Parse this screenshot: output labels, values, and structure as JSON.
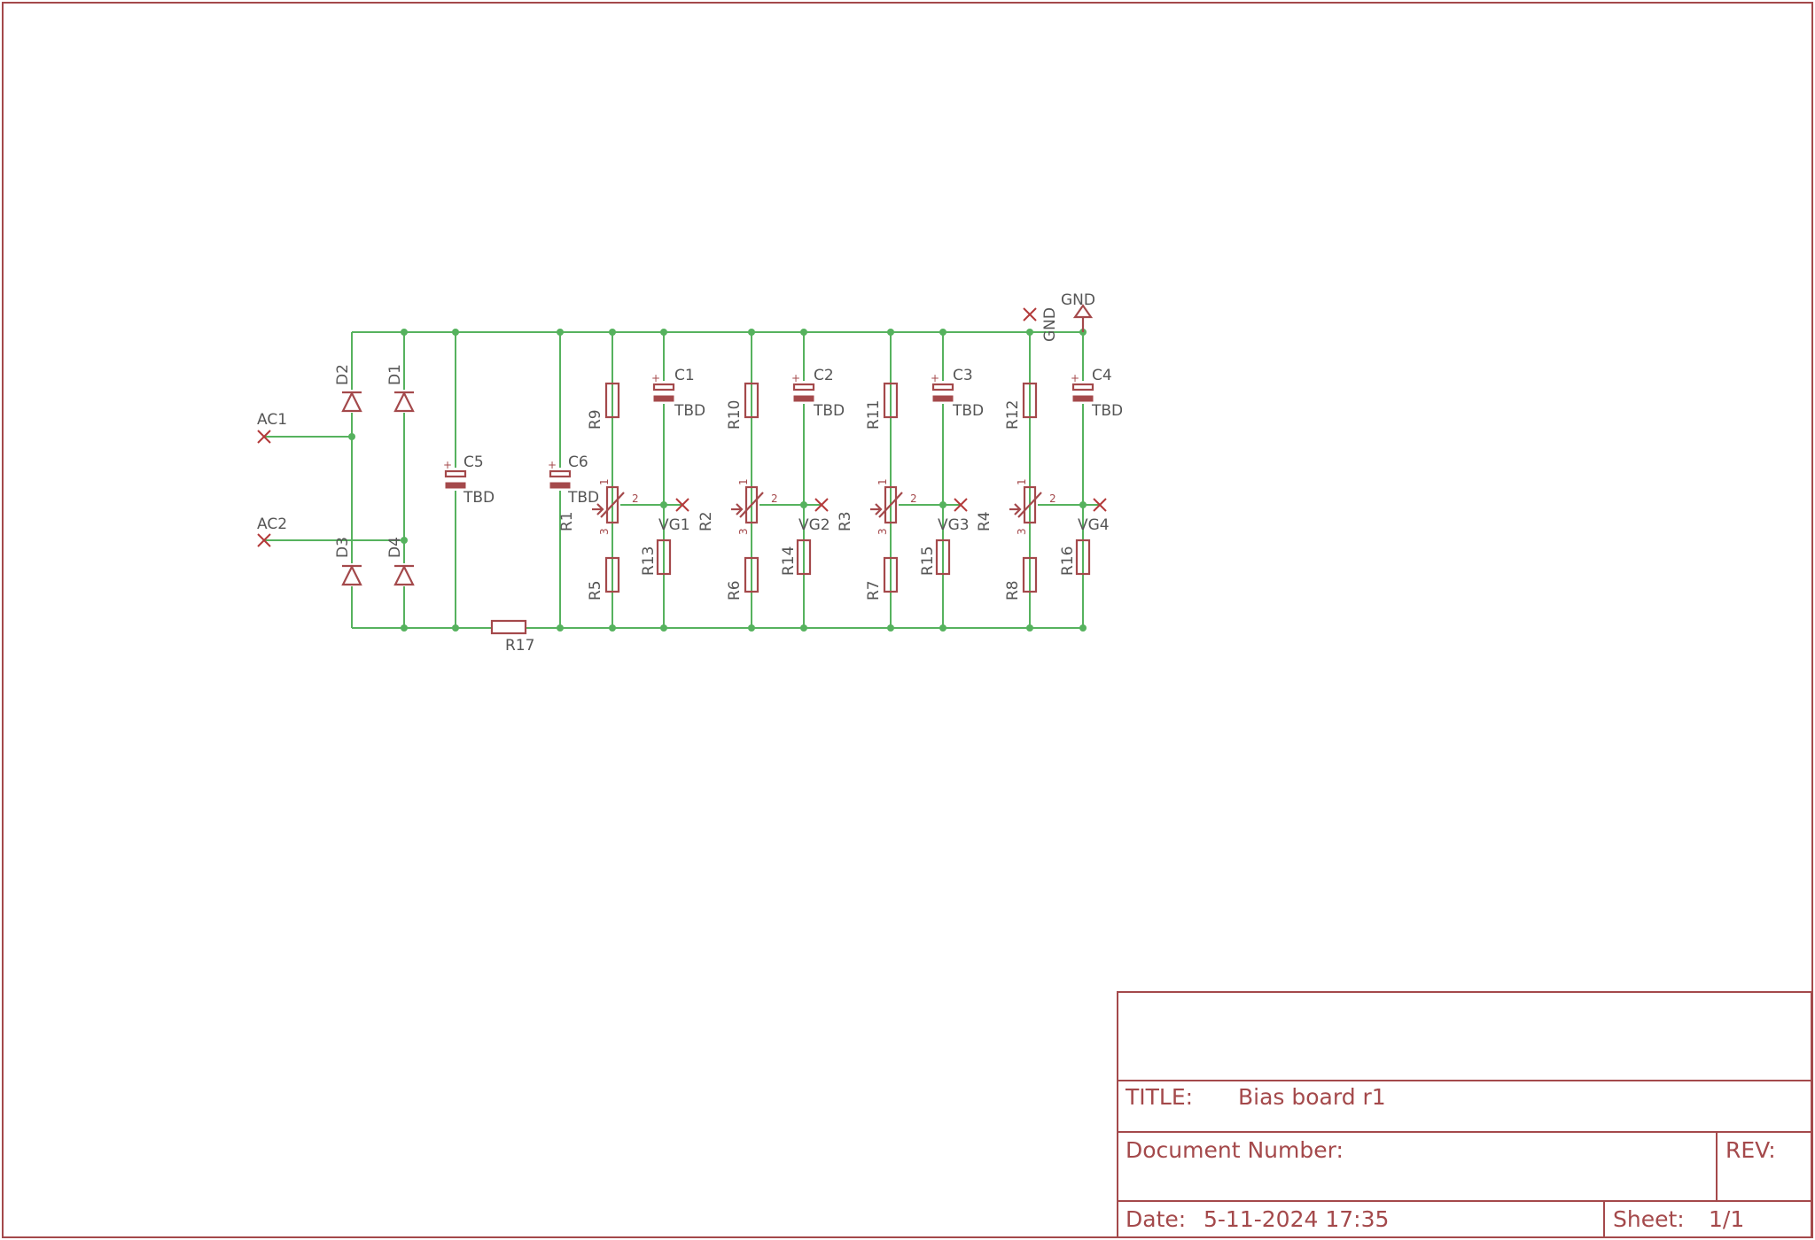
{
  "nets": {
    "inputs": [
      "AC1",
      "AC2"
    ],
    "ground": "GND",
    "outputs": [
      "VG1",
      "VG2",
      "VG3",
      "VG4"
    ]
  },
  "diodes": [
    "D1",
    "D2",
    "D3",
    "D4"
  ],
  "filter": {
    "capacitors": [
      {
        "ref": "C5",
        "value": "TBD"
      },
      {
        "ref": "C6",
        "value": "TBD"
      }
    ],
    "resistor": "R17"
  },
  "channels": [
    {
      "top_resistor": "R9",
      "trimmer": "R1",
      "bottom_resistor": "R5",
      "output_resistor": "R13",
      "cap": "C1",
      "cap_value": "TBD",
      "output": "VG1"
    },
    {
      "top_resistor": "R10",
      "trimmer": "R2",
      "bottom_resistor": "R6",
      "output_resistor": "R14",
      "cap": "C2",
      "cap_value": "TBD",
      "output": "VG2"
    },
    {
      "top_resistor": "R11",
      "trimmer": "R3",
      "bottom_resistor": "R7",
      "output_resistor": "R15",
      "cap": "C3",
      "cap_value": "TBD",
      "output": "VG3"
    },
    {
      "top_resistor": "R12",
      "trimmer": "R4",
      "bottom_resistor": "R8",
      "output_resistor": "R16",
      "cap": "C4",
      "cap_value": "TBD",
      "output": "VG4"
    }
  ],
  "trimmer_pins": [
    "1",
    "2",
    "3"
  ],
  "title_block": {
    "title_label": "TITLE:",
    "title": "Bias board r1",
    "docnum_label": "Document Number:",
    "rev_label": "REV:",
    "date_label": "Date:",
    "date": "5-11-2024 17:35",
    "sheet_label": "Sheet:",
    "sheet": "1/1"
  },
  "colors": {
    "frame": "#a4494b",
    "wire": "#56b25e",
    "label": "#555555"
  }
}
